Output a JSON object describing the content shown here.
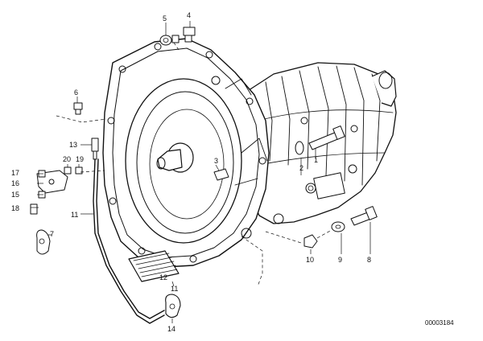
{
  "drawing": {
    "document_number": "00003184"
  },
  "callouts": {
    "c1": "1",
    "c2": "2",
    "c3": "3",
    "c4": "4",
    "c5": "5",
    "c6": "6",
    "c7": "7",
    "c8": "8",
    "c9": "9",
    "c10": "10",
    "c11a": "11",
    "c11b": "11",
    "c12": "12",
    "c13": "13",
    "c14": "14",
    "c15": "15",
    "c16": "16",
    "c17": "17",
    "c18": "18",
    "c19": "19",
    "c20": "20"
  },
  "colors": {
    "ink": "#111111",
    "paper": "#ffffff"
  }
}
